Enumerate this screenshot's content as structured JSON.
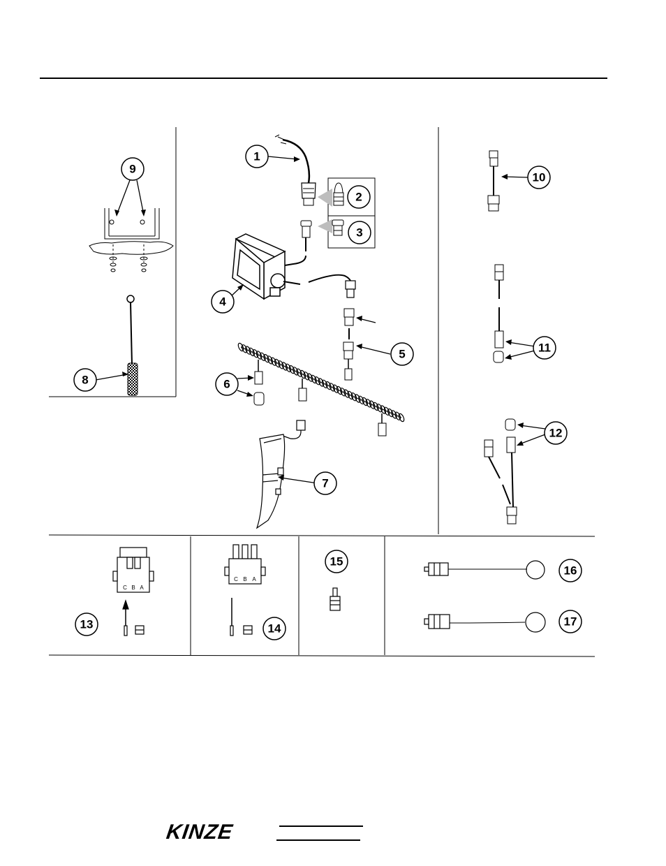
{
  "callouts": [
    "1",
    "2",
    "3",
    "4",
    "5",
    "6",
    "7",
    "8",
    "9",
    "10",
    "11",
    "12",
    "13",
    "14",
    "15",
    "16",
    "17"
  ],
  "connector_pin_letters": {
    "part_13": [
      "C",
      "B",
      "A"
    ],
    "part_14": [
      "C",
      "B",
      "A"
    ]
  },
  "footer": {
    "logo": "KINZE"
  },
  "colors": {
    "ink": "#000000",
    "paper": "#ffffff",
    "shade": "#bdbdbd"
  }
}
